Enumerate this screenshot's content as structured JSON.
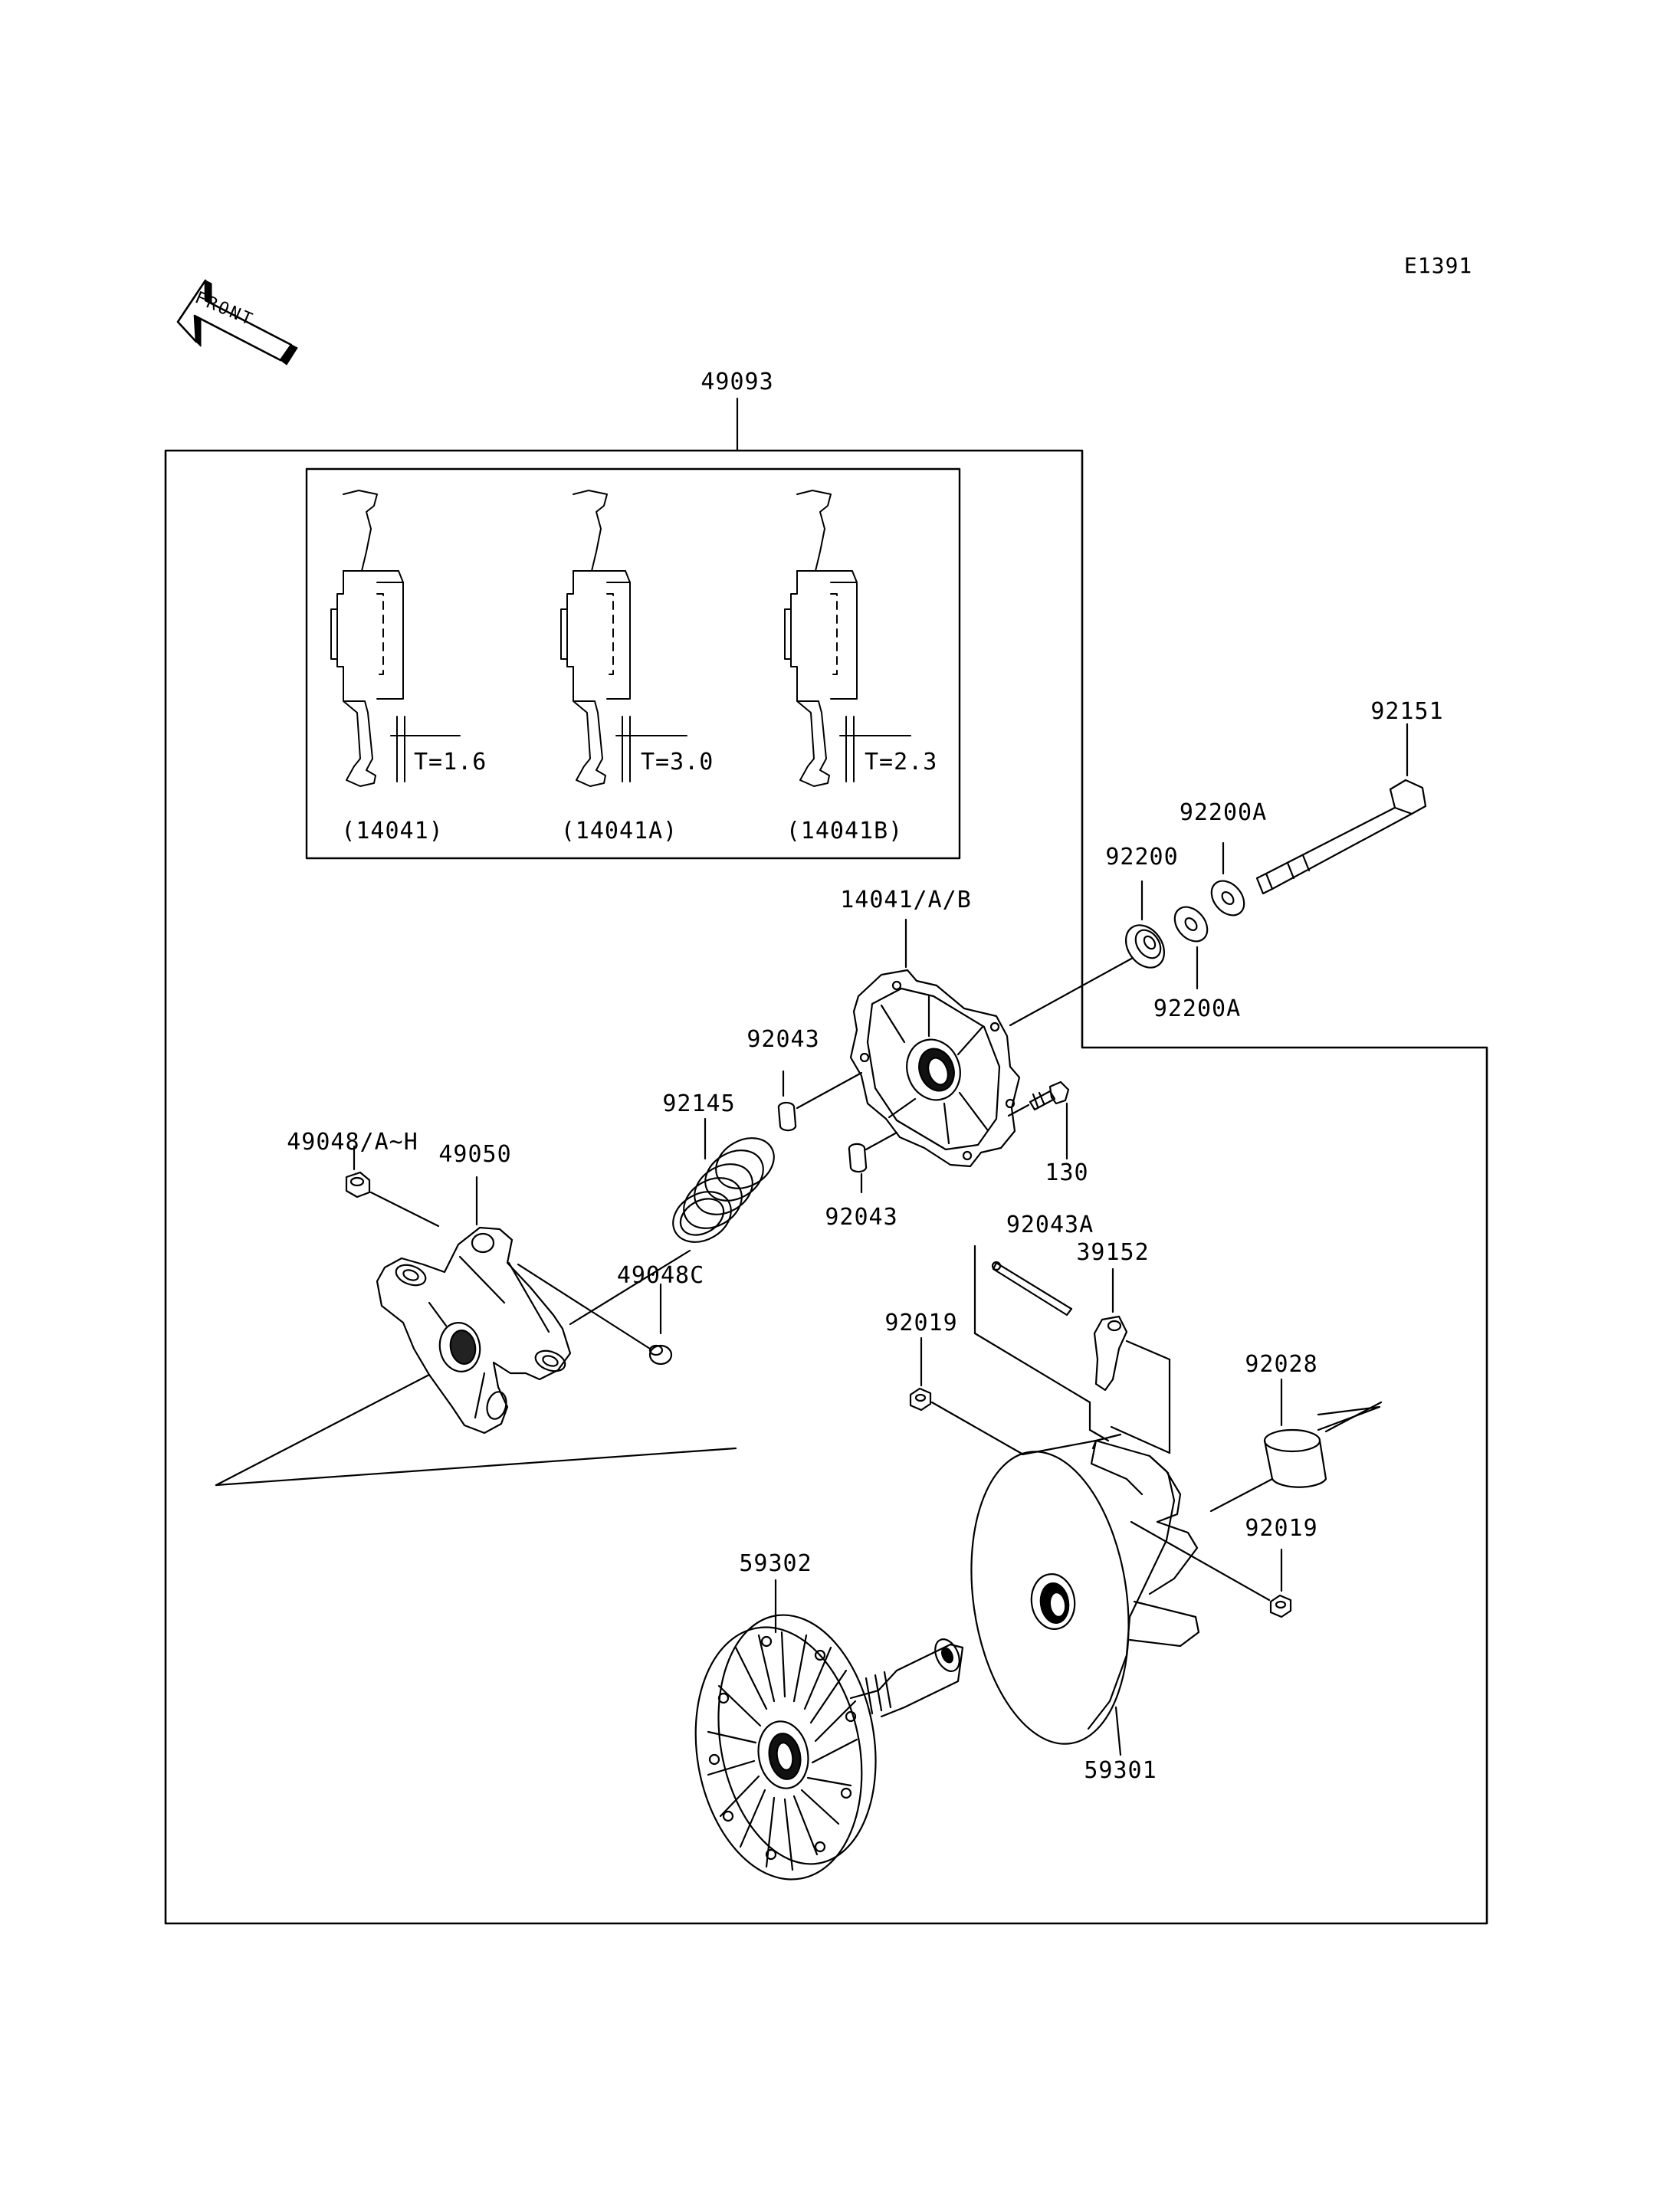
{
  "diagram_code": "E1391",
  "front_arrow_label": "FRONT",
  "assembly": {
    "part_no": "49093"
  },
  "inset": {
    "variants": [
      {
        "thickness": "T=1.6",
        "part": "(14041)"
      },
      {
        "thickness": "T=3.0",
        "part": "(14041A)"
      },
      {
        "thickness": "T=2.3",
        "part": "(14041B)"
      }
    ]
  },
  "parts": {
    "p92151": "92151",
    "p92200A_top": "92200A",
    "p92200": "92200",
    "p92200A_bottom": "92200A",
    "p14041": "14041/A/B",
    "p92043_top": "92043",
    "p92043_bottom": "92043",
    "p130": "130",
    "p49048": "49048/A~H",
    "p49050": "49050",
    "p92145": "92145",
    "p49048C": "49048C",
    "p92043A": "92043A",
    "p39152": "39152",
    "p92019_left": "92019",
    "p92028": "92028",
    "p92019_right": "92019",
    "p59302": "59302",
    "p59301": "59301"
  }
}
